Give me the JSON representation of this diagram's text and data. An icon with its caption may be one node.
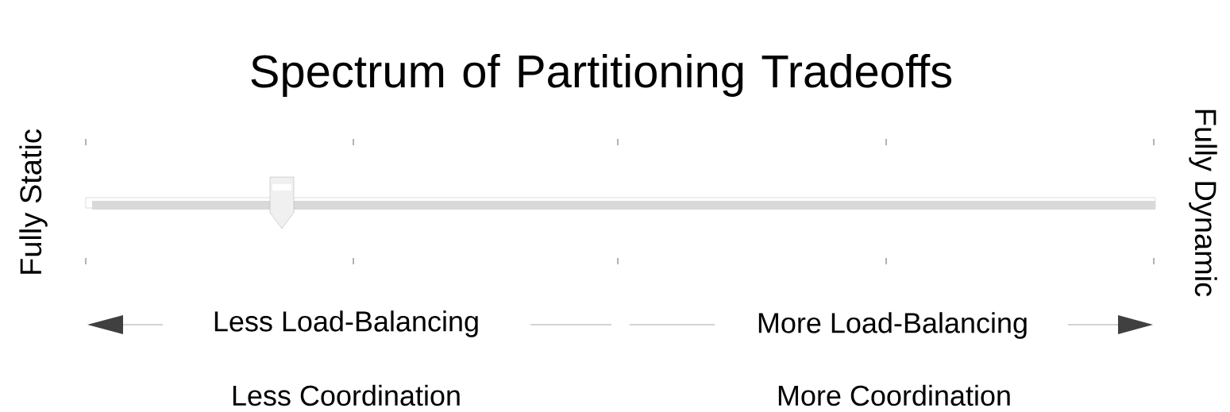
{
  "diagram": {
    "title": "Spectrum of Partitioning Tradeoffs",
    "labels": [
      "Fully Static",
      "Fully Dynamic",
      "Less Load-Balancing",
      "More Load-Balancing",
      "Less Coordination",
      "More Coordination"
    ]
  }
}
